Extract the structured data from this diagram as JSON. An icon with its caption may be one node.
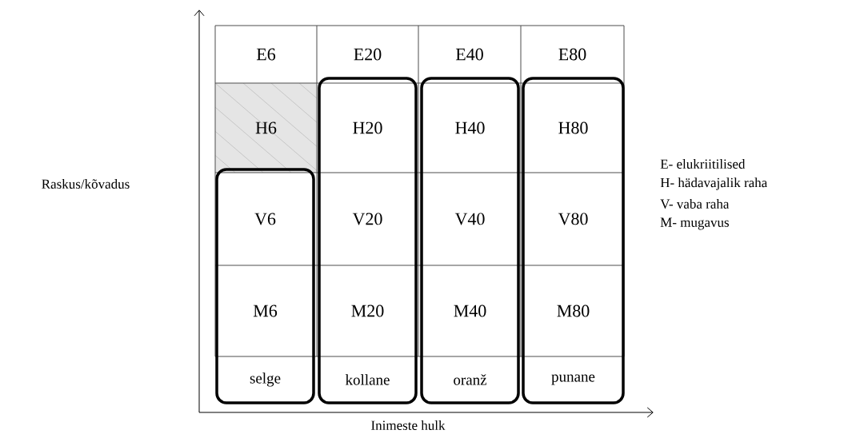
{
  "diagram": {
    "nodes": [
      {
        "text": [],
        "shape": "box"
      },
      {
        "text": [],
        "shape": "box"
      },
      {
        "text": [],
        "shape": "box"
      },
      {
        "text": [],
        "shape": "box"
      },
      {
        "text": [
          "E6"
        ]
      },
      {
        "text": [
          "E20"
        ]
      },
      {
        "text": [
          "E40"
        ]
      },
      {
        "text": [
          "E80"
        ]
      },
      {
        "text": [
          "H6"
        ]
      },
      {
        "text": [
          "H20"
        ],
        "in": 1
      },
      {
        "text": [
          "H40"
        ],
        "in": 2
      },
      {
        "text": [
          "H80"
        ],
        "in": 3
      },
      {
        "text": [
          "V6"
        ],
        "in": 0
      },
      {
        "text": [
          "V20"
        ],
        "in": 1
      },
      {
        "text": [
          "V40"
        ],
        "in": 2
      },
      {
        "text": [
          "V80"
        ],
        "in": 3
      },
      {
        "text": [
          "M6"
        ],
        "in": 0
      },
      {
        "text": [
          "M20"
        ],
        "in": 1
      },
      {
        "text": [
          "M40"
        ],
        "in": 2
      },
      {
        "text": [
          "M80"
        ],
        "in": 3
      },
      {
        "text": [
          "selge"
        ],
        "in": 0
      },
      {
        "text": [
          "kollane"
        ],
        "in": 1
      },
      {
        "text": [
          "oranž"
        ],
        "in": 2
      },
      {
        "text": [
          "punane"
        ],
        "in": 3
      }
    ],
    "edges": [],
    "labels": [
      "Raskus/kõvadus",
      "E- elukriitilised",
      "H- hädavajalik raha",
      "V- vaba raha",
      "M- mugavus",
      "Inimeste hulk"
    ]
  }
}
